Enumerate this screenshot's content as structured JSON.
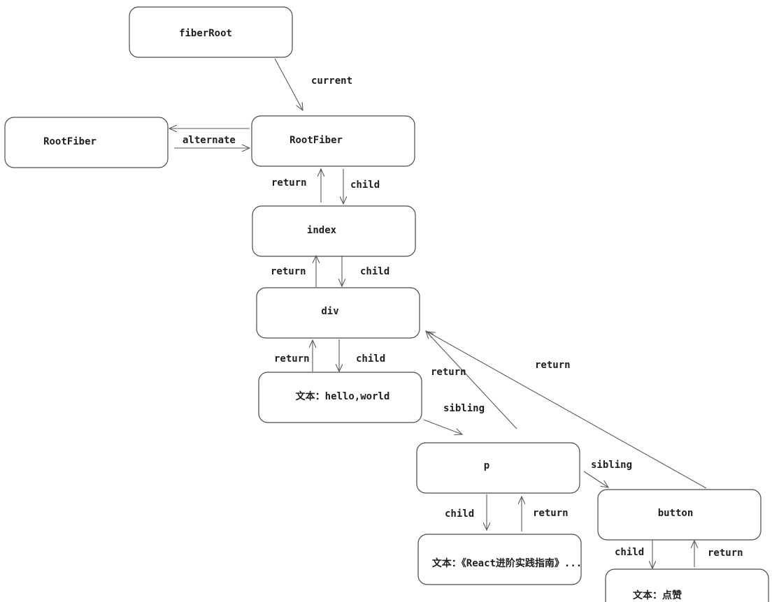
{
  "nodes": {
    "fiberRoot": "fiberRoot",
    "rootfiber_alt": "RootFiber",
    "rootfiber": "RootFiber",
    "index": "index",
    "div": "div",
    "text_hello": "文本：hello,world",
    "p": "p",
    "button": "button",
    "text_react": "文本：《React进阶实践指南》...",
    "text_like": "文本：点赞"
  },
  "edges": {
    "current": "current",
    "alternate": "alternate",
    "return_1": "return",
    "child_1": "child",
    "return_2": "return",
    "child_2": "child",
    "return_3": "return",
    "child_3": "child",
    "return_p": "return",
    "return_button": "return",
    "sibling_1": "sibling",
    "sibling_2": "sibling",
    "child_p": "child",
    "return_p_text": "return",
    "child_button": "child",
    "return_button_text": "return"
  },
  "colors": {
    "stroke": "#4a4a4a",
    "text": "#1e1e1e"
  }
}
